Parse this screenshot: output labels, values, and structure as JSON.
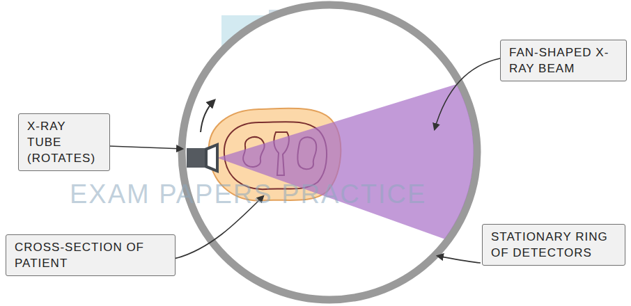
{
  "diagram": {
    "nodes": [
      {
        "text": [
          "FAN-SHAPED X-RAY BEAM"
        ]
      },
      {
        "text": [
          "X-RAY TUBE (ROTATES)"
        ]
      },
      {
        "text": [
          "STATIONARY RING OF DETECTORS"
        ]
      },
      {
        "text": [
          "CROSS-SECTION OF PATIENT"
        ]
      }
    ],
    "labels": [
      "EXAM PAPERS PRACTICE"
    ]
  }
}
